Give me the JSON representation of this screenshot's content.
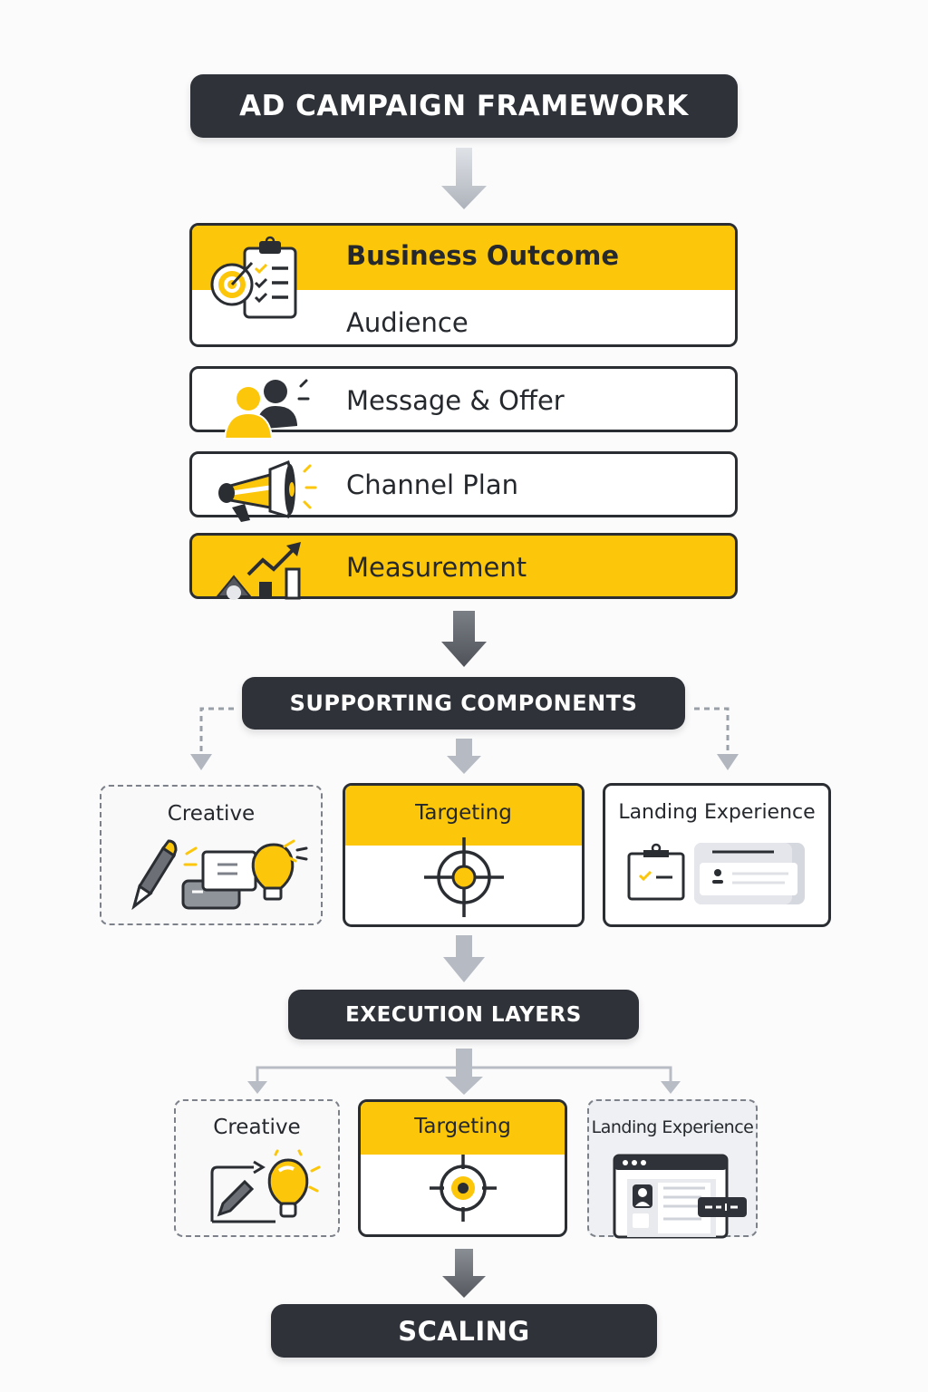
{
  "title": "AD CAMPAIGN FRAMEWORK",
  "colors": {
    "accent": "#fcc60b",
    "dark": "#2f3339",
    "arrow_light": "#b9bec6",
    "arrow_dark": "#5f6369",
    "background": "#fbfbfc"
  },
  "core_stack": [
    {
      "label": "Business Outcome",
      "icon": "target-clipboard-icon",
      "highlight": true
    },
    {
      "label": "Audience",
      "icon": null,
      "highlight": false
    },
    {
      "label": "Message & Offer",
      "icon": "people-icon",
      "highlight": false
    },
    {
      "label": "Channel Plan",
      "icon": "megaphone-icon",
      "highlight": false
    },
    {
      "label": "Measurement",
      "icon": "growth-chart-icon",
      "highlight": true
    }
  ],
  "supporting": {
    "title": "SUPPORTING COMPONENTS",
    "cards": [
      {
        "label": "Creative",
        "icon": "pencil-idea-icon",
        "style": "dashed"
      },
      {
        "label": "Targeting",
        "icon": "crosshair-icon",
        "style": "highlight"
      },
      {
        "label": "Landing Experience",
        "icon": "landing-page-icon",
        "style": "solid"
      }
    ]
  },
  "execution": {
    "title": "EXECUTION LAYERS",
    "cards": [
      {
        "label": "Creative",
        "icon": "pencil-lightbulb-icon",
        "style": "dashed"
      },
      {
        "label": "Targeting",
        "icon": "crosshair-icon",
        "style": "highlight"
      },
      {
        "label": "Landing Experience",
        "icon": "browser-window-icon",
        "style": "dashed"
      }
    ]
  },
  "final": {
    "title": "SCALING"
  }
}
